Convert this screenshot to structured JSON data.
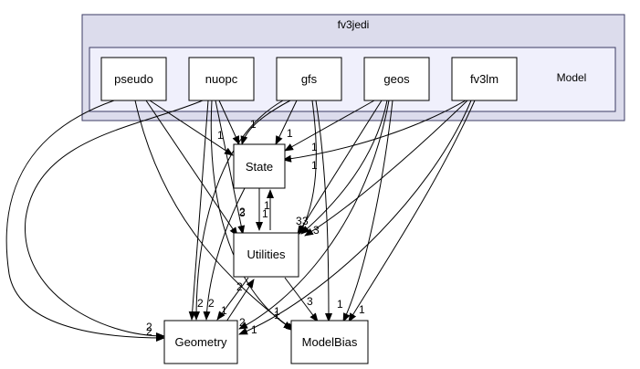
{
  "outer_cluster": {
    "label": "fv3jedi",
    "fill": "#dcdcec",
    "stroke": "#3c3c64"
  },
  "inner_cluster": {
    "label": "Model",
    "fill": "#f0f0fc",
    "stroke": "#3c3c64"
  },
  "nodes": {
    "pseudo": "pseudo",
    "nuopc": "nuopc",
    "gfs": "gfs",
    "geos": "geos",
    "fv3lm": "fv3lm",
    "state": "State",
    "utilities": "Utilities",
    "geometry": "Geometry",
    "modelbias": "ModelBias"
  },
  "edge_labels": {
    "pseudo_state": "1",
    "gfs_state_a": "1",
    "gfs_state_b": "1",
    "geos_state_a": "1",
    "geos_state_b": "1",
    "state_util": "1",
    "util_state": "1",
    "state_util_count": "2",
    "pseudo_util": "3",
    "gfs_util": "3",
    "geos_util": "3",
    "fv3lm_util": "3",
    "util_modelbias": "3",
    "util_geometry": "2",
    "geometry_util": "1",
    "state_geometry": "2",
    "nuopc_geometry": "2",
    "pseudo_geometry_a": "2",
    "pseudo_geometry_b": "2",
    "geos_geometry": "2",
    "fv3lm_geometry": "1",
    "geos_modelbias": "1",
    "fv3lm_modelbias": "1",
    "nuopc_modelbias": "1",
    "pseudo_modelbias": "1"
  }
}
